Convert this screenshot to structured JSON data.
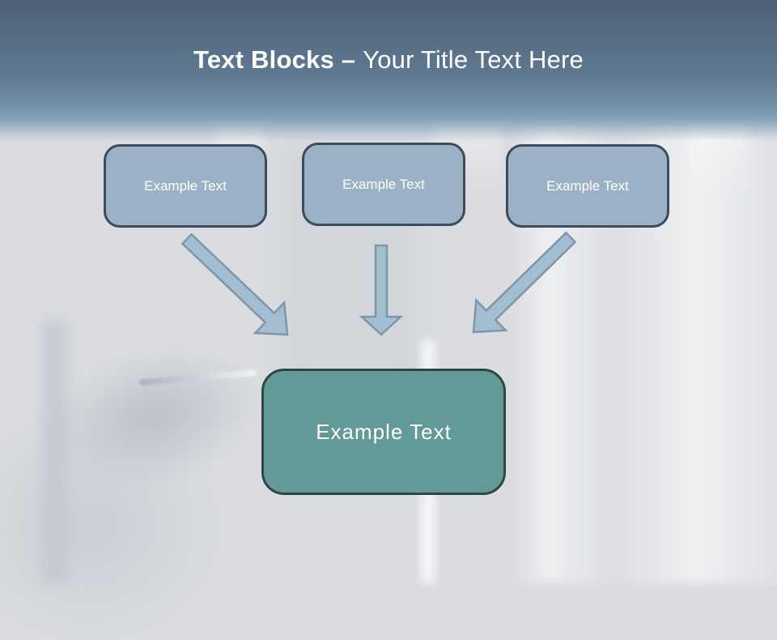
{
  "slide": {
    "title": {
      "bold_text": "Text Blocks –",
      "regular_text": "Your Title Text Here"
    },
    "top_boxes": [
      {
        "label": "Example Text"
      },
      {
        "label": "Example Text"
      },
      {
        "label": "Example Text"
      }
    ],
    "center_box": {
      "label": "Example Text"
    },
    "arrows": [
      {
        "icon": "arrow-down-right-icon",
        "direction": "down-right",
        "from": "top-box-1",
        "to": "center-box"
      },
      {
        "icon": "arrow-down-icon",
        "direction": "down",
        "from": "top-box-2",
        "to": "center-box"
      },
      {
        "icon": "arrow-down-left-icon",
        "direction": "down-left",
        "from": "top-box-3",
        "to": "center-box"
      }
    ]
  },
  "colors": {
    "header_top": "#4d5f76",
    "header_mid": "#5e7890",
    "header_bottom": "#83a0b8",
    "background": "#dadce0",
    "title_text": "#ffffff",
    "box_fill": "#9bb2c6",
    "box_border": "#3a4c5e",
    "box_text": "#ffffff",
    "center_fill": "#639a97",
    "center_border": "#2d4843",
    "center_text": "#ffffff",
    "arrow_fill": "#a3bed2",
    "arrow_stroke": "#7e96a8"
  }
}
